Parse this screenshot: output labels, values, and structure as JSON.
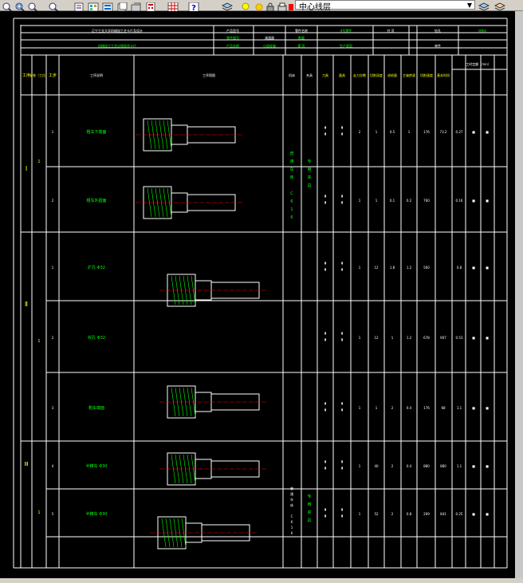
{
  "toolbar": {
    "buttons": [
      "zoom-realtime-icon",
      "zoom-window-icon",
      "zoom-previous-icon",
      "properties-icon",
      "design-center-icon",
      "tool-palettes-icon",
      "sheet-set-icon",
      "markup-icon",
      "calculator-icon",
      "help-icon",
      "layer-manager-icon",
      "layer-state-icon"
    ],
    "current_layer": "中心线层"
  },
  "card": {
    "school_title": "辽宁工业大学机械加工艺卡片及设计",
    "card_title": "机械加工工艺过程综合卡片",
    "col_headers": [
      "产品型号",
      "零件图号",
      "产品名称",
      "零件名称",
      "数量",
      "第 页",
      "共 页"
    ],
    "left_headers": [
      "工序",
      "安装（工位）",
      "工步",
      "工序说明",
      "工序简图",
      "机床",
      "夹具",
      "刀具",
      "量具",
      "走刀次数",
      "切削深度",
      "进给量",
      "主轴转速",
      "切削速度",
      "基本时间"
    ],
    "tiny_labels": [
      "4号零件",
      "钻孔",
      "（材料）",
      "减速器",
      "小齿轮轴",
      "生产类型",
      "单件"
    ],
    "process_groups": [
      "Ⅰ",
      "Ⅱ",
      "Ⅲ"
    ],
    "install_labels": [
      "1",
      "1",
      "1"
    ],
    "steps": [
      {
        "no": "1",
        "name": "粗车下端面"
      },
      {
        "no": "2",
        "name": "粗车外圆面"
      },
      {
        "no": "1",
        "name": "扩孔 Φ32"
      },
      {
        "no": "2",
        "name": "铰孔 Φ32"
      },
      {
        "no": "3",
        "name": "粗车端面"
      },
      {
        "no": "4",
        "name": "半精车 Φ30"
      },
      {
        "no": "5",
        "name": "半精车 Φ30"
      }
    ],
    "machine": "普通车床 C616",
    "fixture": "专用夹具",
    "time_header": "工时定额（min）"
  },
  "rows": [
    [
      "2",
      "1",
      "0.5",
      "1",
      "176",
      "73.2",
      "0.27"
    ],
    [
      "1",
      "1",
      "0.1",
      "0.2",
      "760",
      "",
      "0.16"
    ],
    [
      "1",
      "12",
      "1.8",
      "1.2",
      "560",
      "",
      "0.8"
    ],
    [
      "1",
      "12",
      "1",
      "1.2",
      "678",
      "907",
      "0.53"
    ],
    [
      "1",
      "1",
      "2",
      "0.4",
      "176",
      "68",
      "1.1"
    ],
    [
      "1",
      "40",
      "2",
      "0.4",
      "880",
      "880",
      "1.1"
    ],
    [
      "1",
      "52",
      "2",
      "0.8",
      "269",
      "841",
      "0.25"
    ]
  ]
}
